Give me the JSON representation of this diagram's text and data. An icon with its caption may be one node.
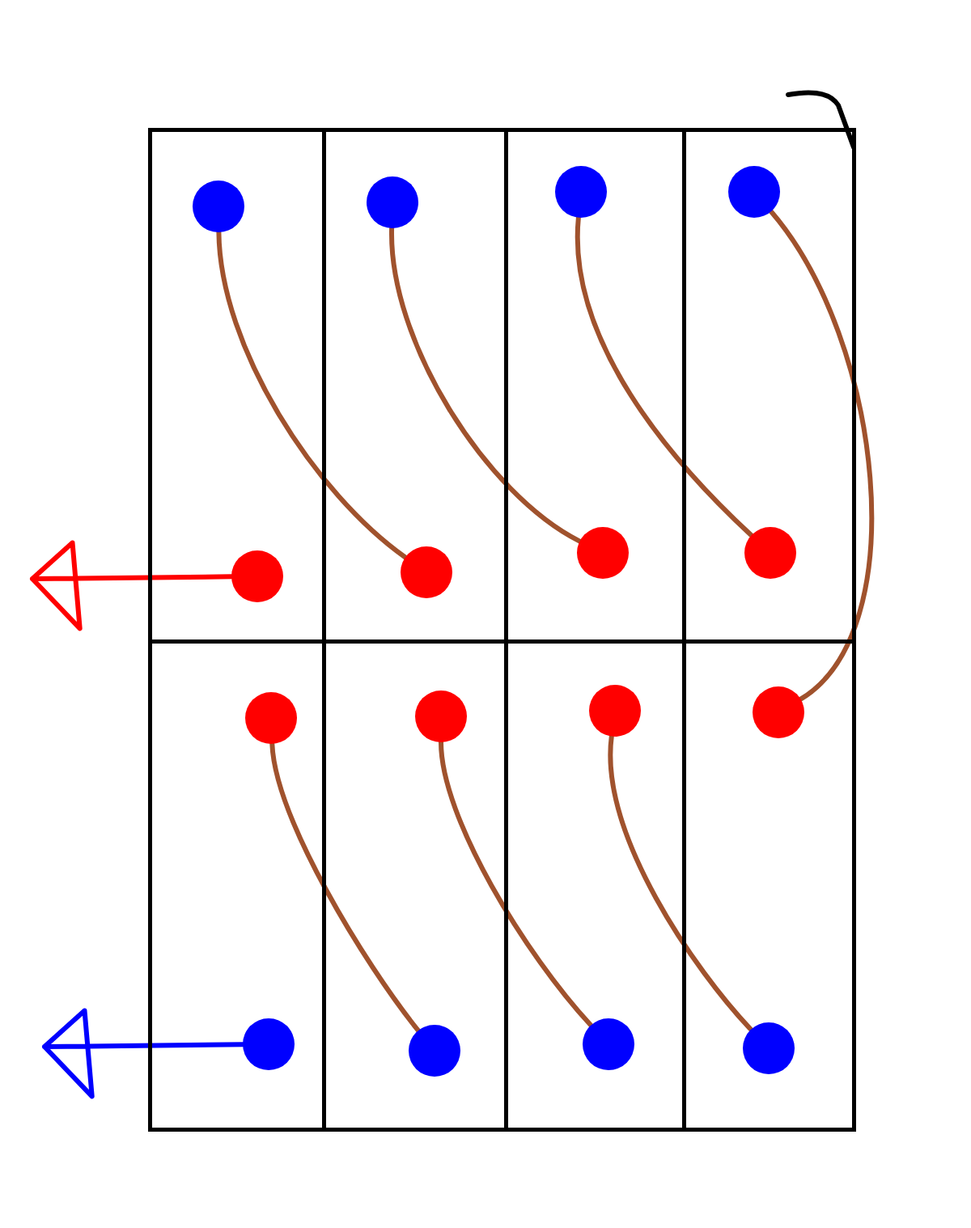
{
  "diagram": {
    "nodes": [
      {
        "text": [],
        "shape": "box"
      },
      {
        "text": [],
        "shape": "circle",
        "in": 0
      },
      {
        "text": [],
        "shape": "circle",
        "in": 0
      },
      {
        "text": [],
        "shape": "box"
      },
      {
        "text": [],
        "shape": "circle",
        "in": 3
      },
      {
        "text": [],
        "shape": "circle",
        "in": 3
      },
      {
        "text": [],
        "shape": "box"
      },
      {
        "text": [],
        "shape": "circle",
        "in": 6
      },
      {
        "text": [],
        "shape": "circle",
        "in": 6
      },
      {
        "text": [],
        "shape": "box"
      },
      {
        "text": [],
        "shape": "circle",
        "in": 9
      },
      {
        "text": [],
        "shape": "circle",
        "in": 9
      },
      {
        "text": [],
        "shape": "box"
      },
      {
        "text": [],
        "shape": "circle",
        "in": 12
      },
      {
        "text": [],
        "shape": "circle",
        "in": 12
      },
      {
        "text": [],
        "shape": "box"
      },
      {
        "text": [],
        "shape": "circle",
        "in": 15
      },
      {
        "text": [],
        "shape": "circle",
        "in": 15
      },
      {
        "text": [],
        "shape": "box"
      },
      {
        "text": [],
        "shape": "circle",
        "in": 18
      },
      {
        "text": [],
        "shape": "circle",
        "in": 18
      },
      {
        "text": [],
        "shape": "box"
      },
      {
        "text": [],
        "shape": "circle",
        "in": 21
      },
      {
        "text": [],
        "shape": "circle",
        "in": 21
      }
    ],
    "edges": [
      {
        "from": 1,
        "to": 5,
        "arrow": "none"
      },
      {
        "from": 4,
        "to": 8,
        "arrow": "none"
      },
      {
        "from": 7,
        "to": 11,
        "arrow": "none"
      },
      {
        "from": 10,
        "to": 22,
        "arrow": "none"
      },
      {
        "from": 13,
        "to": 17,
        "arrow": "none"
      },
      {
        "from": 16,
        "to": 20,
        "arrow": "none"
      },
      {
        "from": 19,
        "to": 23,
        "arrow": "none"
      },
      {
        "from": 2,
        "to": null,
        "arrow": "to",
        "color": "#ff0000"
      },
      {
        "from": 14,
        "to": null,
        "arrow": "to",
        "color": "#0000ff"
      }
    ]
  }
}
